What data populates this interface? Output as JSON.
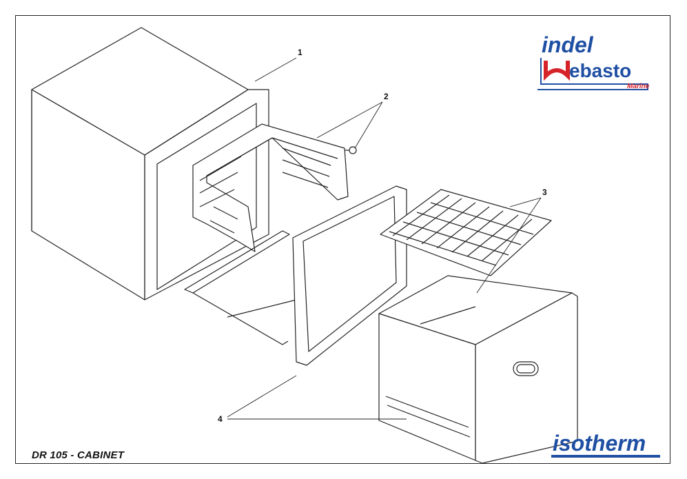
{
  "diagram": {
    "title": "DR 105 - CABINET",
    "callouts": [
      {
        "id": "callout-1",
        "label": "1"
      },
      {
        "id": "callout-2",
        "label": "2"
      },
      {
        "id": "callout-3",
        "label": "3"
      },
      {
        "id": "callout-4",
        "label": "4"
      }
    ]
  },
  "logos": {
    "top": {
      "line1": "indel",
      "line2": "ebasto",
      "sub": "Marine",
      "blue": "#1f4fa3",
      "red": "#d6232a"
    },
    "bottom": {
      "text": "isotherm",
      "blue": "#1f4fa3"
    }
  }
}
